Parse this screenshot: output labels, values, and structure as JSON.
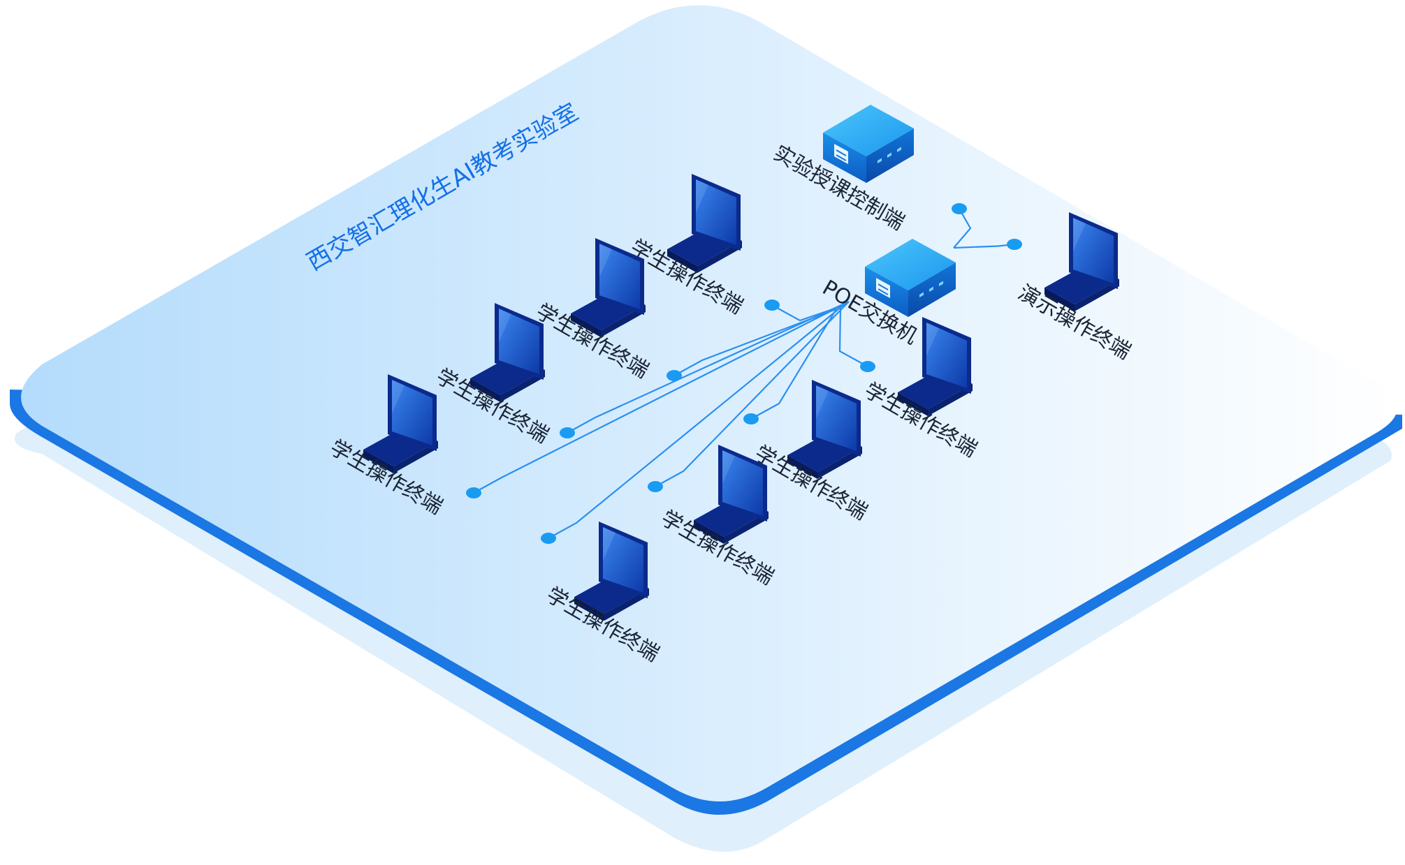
{
  "diagram": {
    "title": "西交智汇理化生AI教考实验室",
    "nodes": [
      {
        "id": "control",
        "type": "server",
        "label": "实验授课控制端"
      },
      {
        "id": "switch",
        "type": "server",
        "label": "POE交换机"
      },
      {
        "id": "demo",
        "type": "laptop",
        "label": "演示操作终端"
      },
      {
        "id": "student1",
        "type": "laptop",
        "label": "学生操作终端"
      },
      {
        "id": "student2",
        "type": "laptop",
        "label": "学生操作终端"
      },
      {
        "id": "student3",
        "type": "laptop",
        "label": "学生操作终端"
      },
      {
        "id": "student4",
        "type": "laptop",
        "label": "学生操作终端"
      },
      {
        "id": "student5",
        "type": "laptop",
        "label": "学生操作终端"
      },
      {
        "id": "student6",
        "type": "laptop",
        "label": "学生操作终端"
      },
      {
        "id": "student7",
        "type": "laptop",
        "label": "学生操作终端"
      },
      {
        "id": "student8",
        "type": "laptop",
        "label": "学生操作终端"
      }
    ],
    "edges": [
      [
        "switch",
        "control"
      ],
      [
        "switch",
        "demo"
      ],
      [
        "switch",
        "student1"
      ],
      [
        "switch",
        "student2"
      ],
      [
        "switch",
        "student3"
      ],
      [
        "switch",
        "student4"
      ],
      [
        "switch",
        "student5"
      ],
      [
        "switch",
        "student6"
      ],
      [
        "switch",
        "student7"
      ],
      [
        "switch",
        "student8"
      ]
    ],
    "colors": {
      "platform_left": "#b4dcfc",
      "platform_right": "#ffffff",
      "platform_edge": "#1a77e3",
      "platform_shadow": "#d9ecfc",
      "device_dark": "#0b2a8c",
      "device_screen": "#1f63d8",
      "server_top": "#2fb4f5",
      "link_line": "#2b8ff0",
      "link_dot": "#1a9bf2"
    }
  }
}
